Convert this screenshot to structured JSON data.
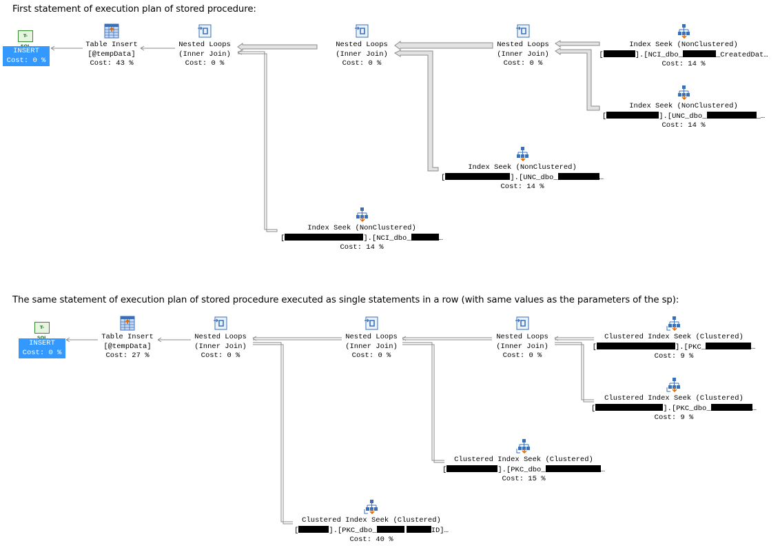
{
  "captions": {
    "first": "First statement of execution plan of stored procedure:",
    "second": "The same statement of execution plan of stored procedure executed as single statements in a row (with same values as the parameters of the sp):"
  },
  "plan1": {
    "insert": {
      "title": "INSERT",
      "cost": "Cost: 0 %",
      "icon_text": "T-SQL"
    },
    "table_insert": {
      "title": "Table Insert",
      "object": "[@tempData]",
      "cost": "Cost: 43 %"
    },
    "loops1": {
      "title": "Nested Loops",
      "sub": "(Inner Join)",
      "cost": "Cost: 0 %"
    },
    "loops2": {
      "title": "Nested Loops",
      "sub": "(Inner Join)",
      "cost": "Cost: 0 %"
    },
    "loops3": {
      "title": "Nested Loops",
      "sub": "(Inner Join)",
      "cost": "Cost: 0 %"
    },
    "seek_a": {
      "title": "Index Seek (NonClustered)",
      "pre": "[",
      "mid": "].[NCI_dbo_",
      "post": "_CreatedDat…",
      "cost": "Cost: 14 %"
    },
    "seek_b": {
      "title": "Index Seek (NonClustered)",
      "pre": "[",
      "mid": "].[UNC_dbo_",
      "post": "_…",
      "cost": "Cost: 14 %"
    },
    "seek_c": {
      "title": "Index Seek (NonClustered)",
      "pre": "[",
      "mid": "].[UNC_dbo_",
      "post": "…",
      "cost": "Cost: 14 %"
    },
    "seek_d": {
      "title": "Index Seek (NonClustered)",
      "pre": "[",
      "mid": "].[NCI_dbo_",
      "post": "…",
      "cost": "Cost: 14 %"
    }
  },
  "plan2": {
    "insert": {
      "title": "INSERT",
      "cost": "Cost: 0 %",
      "icon_text": "T-SQL"
    },
    "table_insert": {
      "title": "Table Insert",
      "object": "[@tempData]",
      "cost": "Cost: 27 %"
    },
    "loops1": {
      "title": "Nested Loops",
      "sub": "(Inner Join)",
      "cost": "Cost: 0 %"
    },
    "loops2": {
      "title": "Nested Loops",
      "sub": "(Inner Join)",
      "cost": "Cost: 0 %"
    },
    "loops3": {
      "title": "Nested Loops",
      "sub": "(Inner Join)",
      "cost": "Cost: 0 %"
    },
    "seek_a": {
      "title": "Clustered Index Seek (Clustered)",
      "pre": "[",
      "mid": "].[PKC_",
      "post": "…",
      "cost": "Cost: 9 %"
    },
    "seek_b": {
      "title": "Clustered Index Seek (Clustered)",
      "pre": "[",
      "mid": "].[PKC_dbo_",
      "post": "…",
      "cost": "Cost: 9 %"
    },
    "seek_c": {
      "title": "Clustered Index Seek (Clustered)",
      "pre": "[",
      "mid": "].[PKC_dbo_",
      "post": "…",
      "cost": "Cost: 15 %"
    },
    "seek_d": {
      "title": "Clustered Index Seek (Clustered)",
      "pre": "[",
      "mid": "].[PKC_dbo_",
      "mid2": "ID]…",
      "cost": "Cost: 40 %"
    }
  },
  "colors": {
    "selected": "#3399ff",
    "arrow_fill": "#dcdcdc",
    "arrow_stroke": "#8a8a8a"
  },
  "icons": {
    "statement": "tsql-icon",
    "table_insert": "table-insert-icon",
    "nested_loops": "nested-loops-icon",
    "index_seek": "index-seek-icon"
  }
}
